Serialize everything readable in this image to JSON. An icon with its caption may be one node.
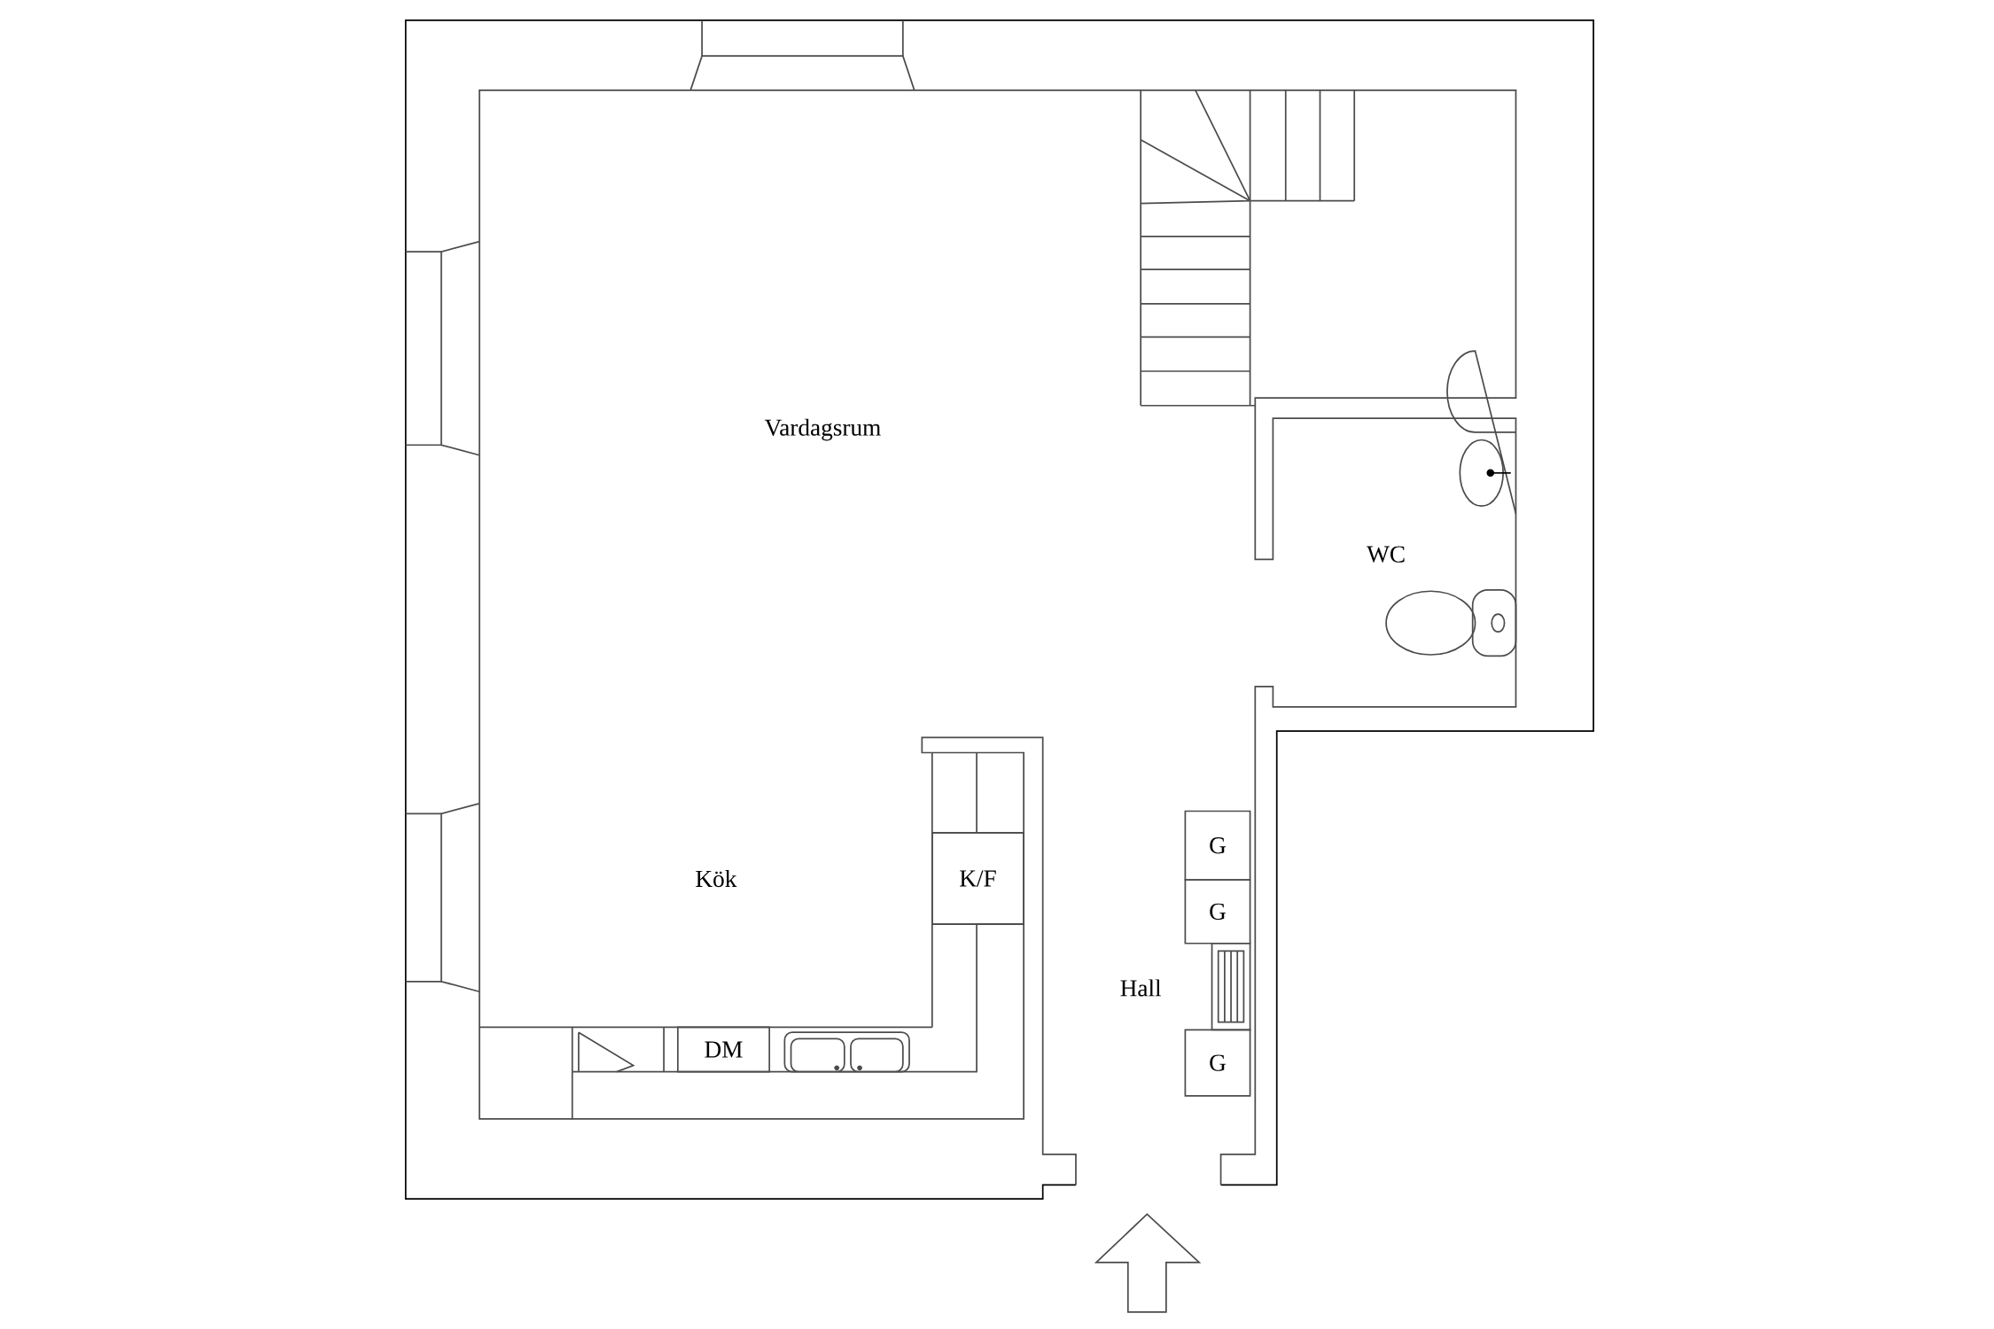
{
  "diagram": {
    "nodes": [
      {
        "text": [
          "K/F"
        ]
      },
      {
        "text": [
          "G"
        ]
      },
      {
        "text": [
          "G"
        ]
      },
      {
        "text": [
          "G"
        ]
      },
      {
        "text": [
          "DM"
        ]
      }
    ],
    "labels": [
      "Vardagsrum",
      "WC",
      "Kök",
      "Hall"
    ]
  }
}
